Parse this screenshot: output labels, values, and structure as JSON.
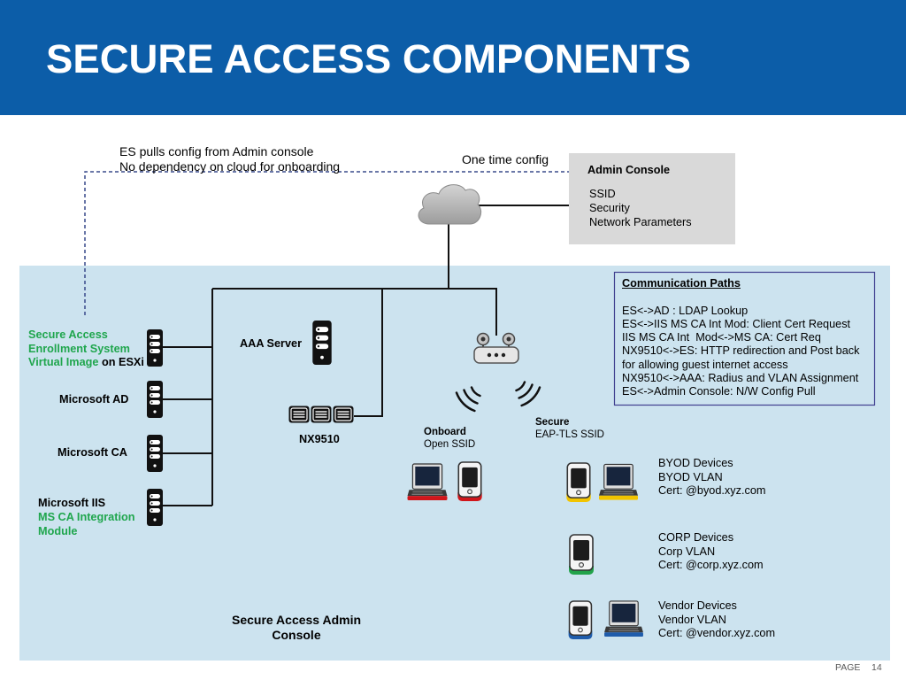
{
  "colors": {
    "header_bg": "#0c5da8",
    "title_text": "#ffffff",
    "panel_bg": "#cce3ef",
    "admin_console_bg": "#d9d9d9",
    "box_border": "#3f3f8f",
    "dashed_line": "#3a4b8c",
    "green_label": "#1fa64d",
    "onboard_accent": "#d0161b",
    "byod_accent": "#f2c400",
    "corp_accent": "#22a34a",
    "vendor_accent": "#1f5cab",
    "page_label": "#595959"
  },
  "icons": {
    "server": "server-icon",
    "switch": "switch-icon",
    "router": "wireless-router-icon",
    "cloud": "cloud-icon",
    "wifi": "wifi-signal-icon",
    "laptop": "laptop-icon",
    "phone": "phone-icon"
  },
  "header": {
    "title": "SECURE ACCESS COMPONENTS"
  },
  "top_notes": {
    "line1": "ES pulls config from Admin console",
    "line2": "No dependency on cloud for onboarding",
    "one_time_config": "One time config"
  },
  "admin_console": {
    "title": "Admin Console",
    "items": [
      "SSID",
      "Security",
      "Network Parameters"
    ]
  },
  "communication_paths": {
    "title": "Communication Paths",
    "lines": [
      "ES<->AD : LDAP Lookup",
      "ES<->IIS MS CA Int Mod: Client Cert Request",
      "IIS MS CA Int  Mod<->MS CA: Cert Req",
      "NX9510<->ES: HTTP redirection and Post back",
      "for allowing guest internet access",
      "NX9510<->AAA: Radius and VLAN Assignment",
      "ES<->Admin Console: N/W Config Pull"
    ]
  },
  "components": {
    "secure_access": {
      "line1": "Secure Access",
      "line2": "Enrollment System",
      "line3_green": "Virtual Image",
      "line3_black": "on ESXi"
    },
    "microsoft_ad": "Microsoft AD",
    "microsoft_ca": "Microsoft CA",
    "microsoft_iis": {
      "line1": "Microsoft IIS",
      "line2": "MS CA Integration",
      "line3": "Module"
    },
    "aaa_server": "AAA Server",
    "nx9510": "NX9510"
  },
  "ssids": {
    "onboard": {
      "title": "Onboard",
      "subtitle": "Open SSID"
    },
    "secure": {
      "title": "Secure",
      "subtitle": "EAP-TLS SSID"
    }
  },
  "device_groups": [
    {
      "lines": [
        "BYOD Devices",
        "BYOD VLAN",
        "Cert: @byod.xyz.com"
      ]
    },
    {
      "lines": [
        "CORP Devices",
        "Corp VLAN",
        "Cert: @corp.xyz.com"
      ]
    },
    {
      "lines": [
        "Vendor Devices",
        "Vendor VLAN",
        "Cert: @vendor.xyz.com"
      ]
    }
  ],
  "admin_console_label": {
    "line1": "Secure Access Admin",
    "line2": "Console"
  },
  "page": {
    "label": "PAGE",
    "number": "14"
  }
}
